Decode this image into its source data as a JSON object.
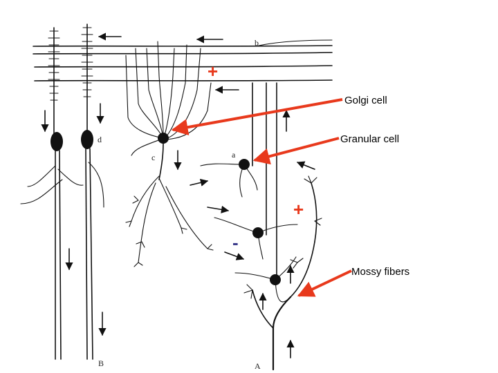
{
  "letters": {
    "a": "a",
    "b": "b",
    "c": "c",
    "d": "d",
    "A": "A",
    "B": "B"
  },
  "callouts": {
    "golgi": "Golgi cell",
    "granular": "Granular cell",
    "mossy": "Mossy fibers"
  },
  "signs": {
    "plus_top": "+",
    "plus_mid": "+",
    "minus": "-"
  },
  "colors": {
    "callout_arrow": "#e8391c",
    "plus_sign": "#e8391c",
    "minus_sign": "#3c3c8c",
    "ink": "#111111"
  }
}
